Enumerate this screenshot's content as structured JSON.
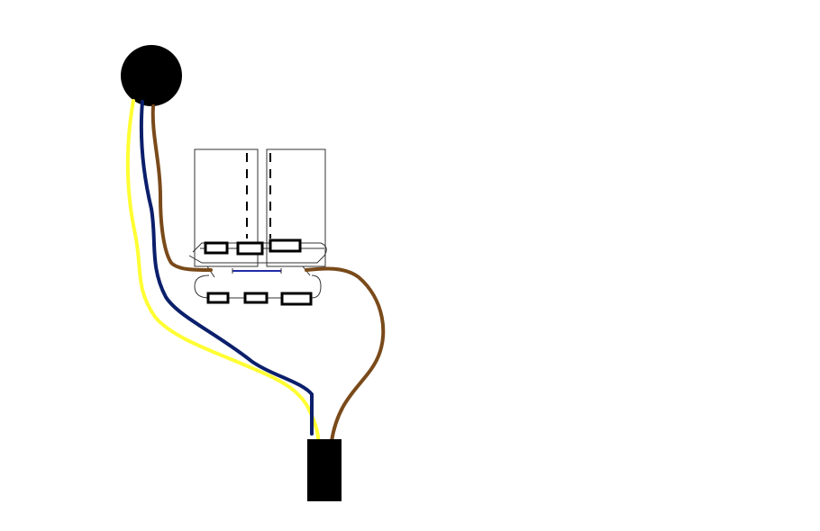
{
  "diagram": {
    "background": "#ffffff",
    "colors": {
      "node": "#000000",
      "wire_yellow": "#ffff33",
      "wire_blue": "#0b1f6b",
      "wire_brown": "#7a4a1a",
      "outline": "#333333",
      "jumper": "#1f2aa8"
    },
    "elements": [
      "round-node",
      "rect-connector",
      "left-box",
      "right-box",
      "top-resistor-row",
      "bottom-resistor-row",
      "blue-jumper",
      "yellow-wire",
      "blue-wire",
      "brown-wire-top",
      "brown-wire-bottom"
    ]
  }
}
